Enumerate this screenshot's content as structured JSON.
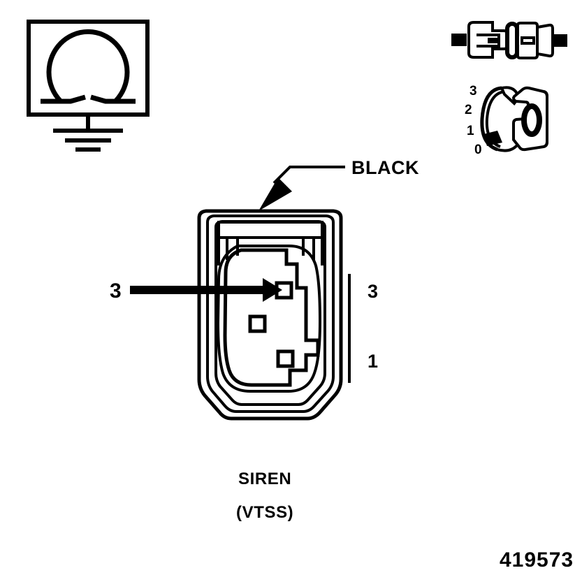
{
  "figure": {
    "number": "419573",
    "title": "SIREN",
    "subtitle": "(VTSS)"
  },
  "meter_symbol": {
    "name": "ohmmeter-with-ground",
    "unit_glyph": "Ω",
    "description": "Ohmmeter box with ground symbol"
  },
  "probe_icon": {
    "name": "connector-probe",
    "description": "Connector plug and probe assembly"
  },
  "end_view": {
    "name": "connector-end-view",
    "pin_numbers": [
      "3",
      "2",
      "1",
      "0"
    ],
    "marker_at": "1"
  },
  "callouts": {
    "wire_color": "BLACK",
    "probe_pin": "3"
  },
  "connector": {
    "name": "siren-vtss-connector",
    "pins_right": [
      "3",
      "1"
    ],
    "cavity_count": 3
  },
  "colors": {
    "line": "#000000",
    "background": "#ffffff"
  }
}
